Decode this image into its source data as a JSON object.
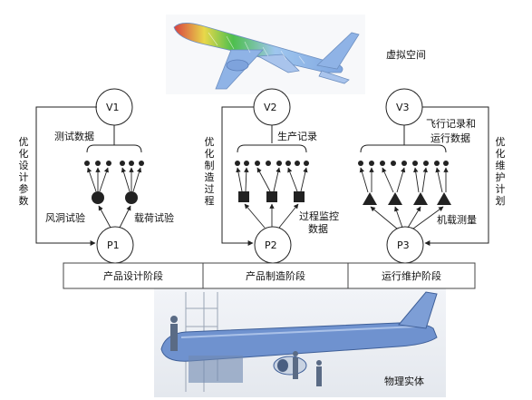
{
  "labels": {
    "virtual_space": "虚拟空间",
    "physical_entity": "物理实体"
  },
  "nodes": {
    "v1": "V1",
    "v2": "V2",
    "v3": "V3",
    "p1": "P1",
    "p2": "P2",
    "p3": "P3"
  },
  "feedback": {
    "left": "优化设计参数",
    "middle": "优化制造过程",
    "right": "优化维护计划"
  },
  "data_labels": {
    "test_data": "测试数据",
    "production_record": "生产记录",
    "flight_record_line1": "飞行记录和",
    "flight_record_line2": "运行数据"
  },
  "sources": {
    "wind_tunnel": "风洞试验",
    "load_test": "载荷试验",
    "process_monitor_line1": "过程监控",
    "process_monitor_line2": "数据",
    "onboard_measure": "机载测量"
  },
  "phases": [
    "产品设计阶段",
    "产品制造阶段",
    "运行维护阶段"
  ],
  "colors": {
    "line": "#222222",
    "virtual_plane_nose": "#d94040",
    "virtual_plane_mid": "#4dbf4d",
    "virtual_plane_tail": "#7fa6e0",
    "physical_plane": "#5a82c8"
  }
}
